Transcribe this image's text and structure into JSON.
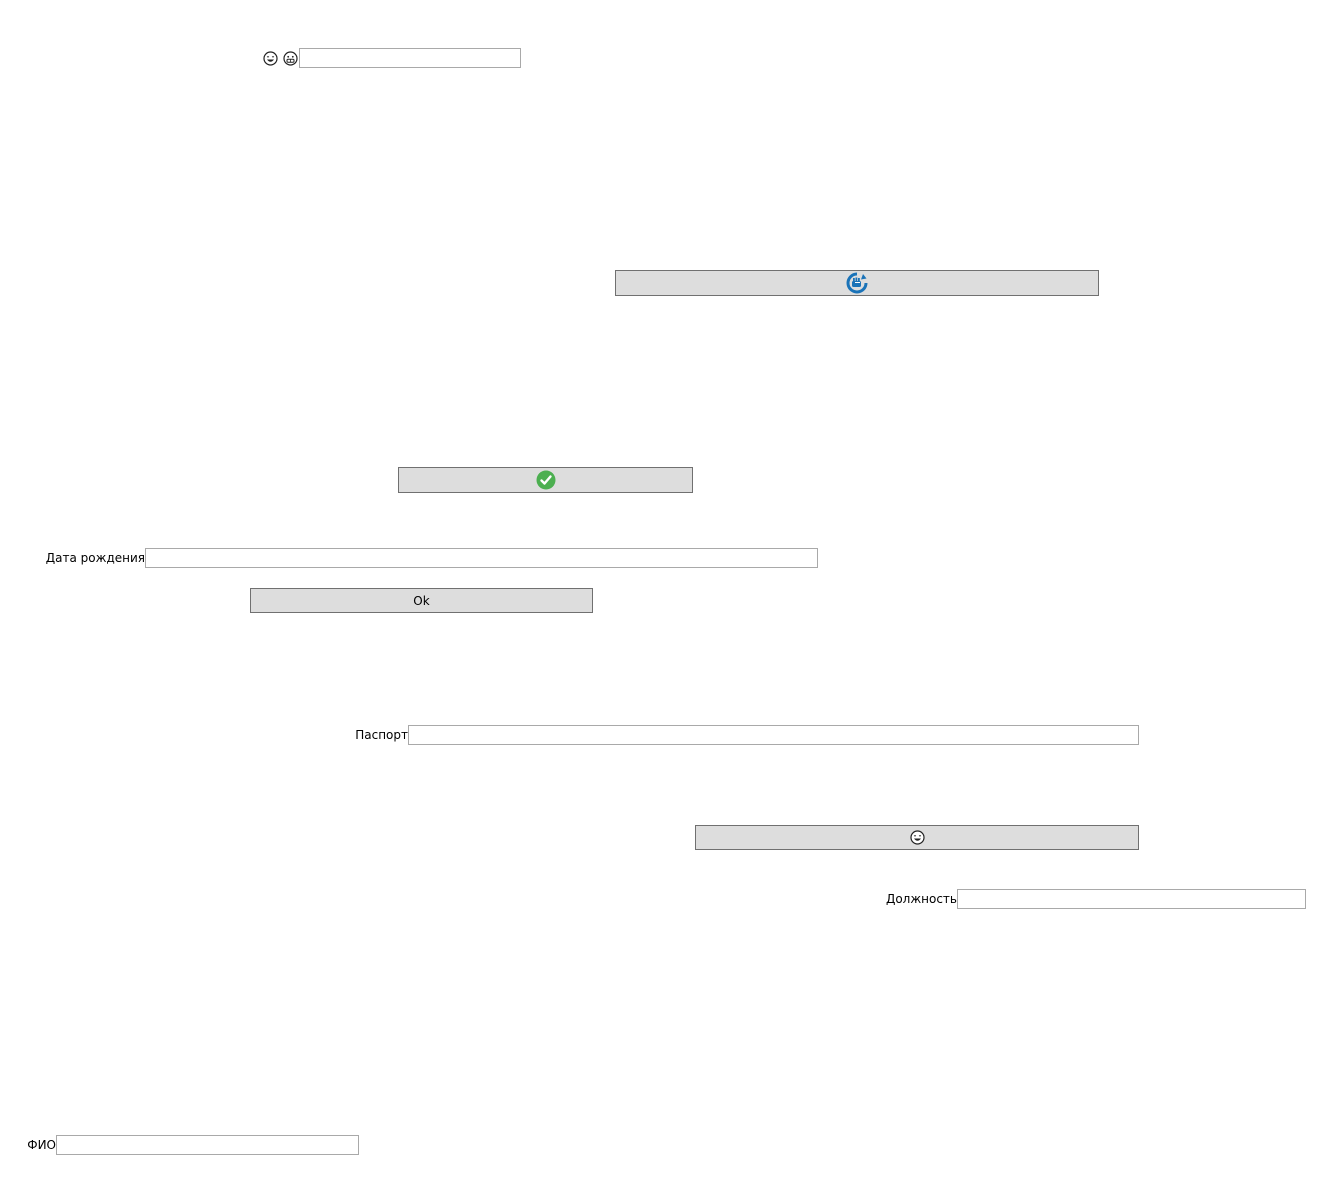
{
  "top_row": {
    "icons": [
      "laughing-face-icon",
      "grinning-face-icon"
    ],
    "input_value": ""
  },
  "buttons": {
    "refresh_button": {
      "icon": "refresh-hand-icon",
      "label": "",
      "icon_color": "#1a73b8"
    },
    "confirm_button": {
      "icon": "green-checkmark-icon",
      "label": "",
      "icon_color": "#4caf50"
    },
    "ok_button": {
      "label": "Ok"
    },
    "emoji_button": {
      "icon": "laughing-face-icon",
      "label": ""
    }
  },
  "fields": {
    "birth_date": {
      "label": "Дата рождения",
      "value": ""
    },
    "passport": {
      "label": "Паспорт",
      "value": ""
    },
    "position": {
      "label": "Должность",
      "value": ""
    },
    "full_name": {
      "label": "ФИО",
      "value": ""
    }
  },
  "colors": {
    "background": "#ffffff",
    "button_face": "#dddddd",
    "button_border": "#707070",
    "field_border": "#a9a9a9"
  }
}
